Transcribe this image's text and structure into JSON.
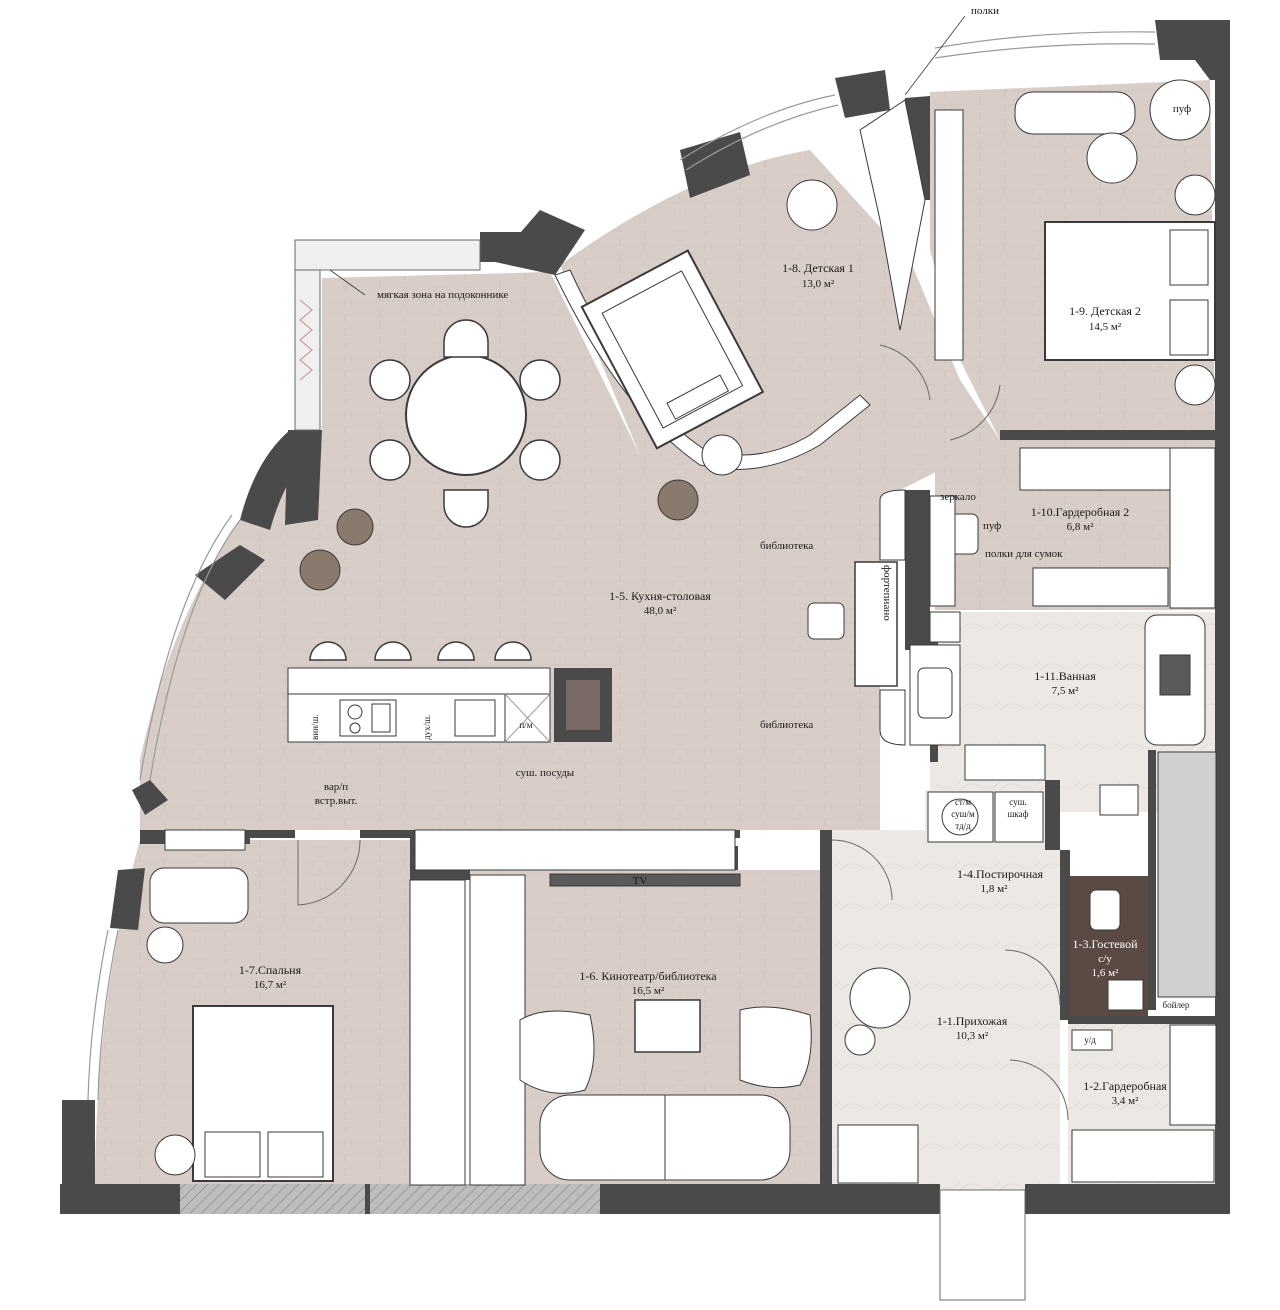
{
  "rooms": {
    "r1_1": {
      "name": "1-1.Прихожая",
      "area": "10,3 м²"
    },
    "r1_2": {
      "name": "1-2.Гардеробная",
      "area": "3,4 м²"
    },
    "r1_3": {
      "name": "1-3.Гостевой",
      "sub": "с/у",
      "area": "1,6 м²"
    },
    "r1_4": {
      "name": "1-4.Постирочная",
      "area": "1,8 м²"
    },
    "r1_5": {
      "name": "1-5. Кухня-столовая",
      "area": "48,0 м²"
    },
    "r1_6": {
      "name": "1-6. Кинотеатр/библиотека",
      "area": "16,5 м²"
    },
    "r1_7": {
      "name": "1-7.Спальня",
      "area": "16,7 м²"
    },
    "r1_8": {
      "name": "1-8. Детская 1",
      "area": "13,0 м²"
    },
    "r1_9": {
      "name": "1-9. Детская 2",
      "area": "14,5 м²"
    },
    "r1_10": {
      "name": "1-10.Гардеробная 2",
      "area": "6,8 м²"
    },
    "r1_11": {
      "name": "1-11.Ванная",
      "area": "7,5 м²"
    }
  },
  "notes": {
    "shelves": "полки",
    "soft_zone": "мягкая зона на подоконнике",
    "pouf1": "пуф",
    "pouf2": "пуф",
    "mirror": "зеркало",
    "bag_shelves": "полки для сумок",
    "library1": "библиотека",
    "library2": "библиотека",
    "piano": "фортепиано",
    "hob": "вар/п",
    "builtin": "встр.выт.",
    "dish_dryer": "суш. посуды",
    "tv": "TV",
    "boiler": "бойлер",
    "ud": "у/д",
    "wm": "ст/м",
    "dryer": "суш/м",
    "dry_cab1": "суш.",
    "dry_cab2": "шкаф",
    "td": "тд/д"
  },
  "kitchen_labels": {
    "wine": "вин/ш.",
    "oven": "дух/ш.",
    "dishwasher": "п/м"
  }
}
